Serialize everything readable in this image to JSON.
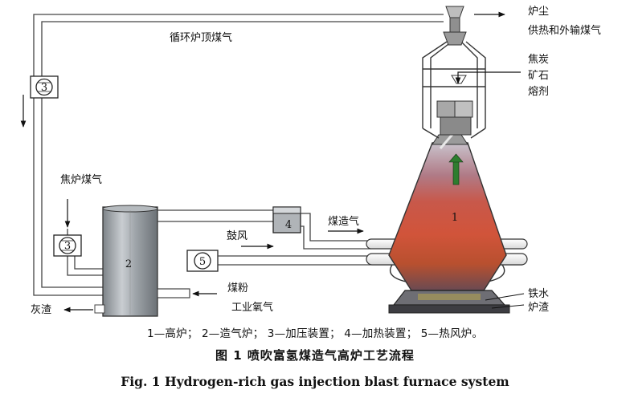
{
  "diagram": {
    "labels": {
      "circulating_top_gas": "循环炉顶煤气",
      "furnace_dust": "炉尘",
      "heat_supply_gas": "供热和外输煤气",
      "coke": "焦炭",
      "ore": "矿石",
      "flux": "熔剂",
      "coke_oven_gas": "焦炉煤气",
      "coal_gas": "煤造气",
      "blast": "鼓风",
      "pulverized_coal": "煤粉",
      "industrial_oxygen": "工业氧气",
      "ash_slag": "灰渣",
      "hot_metal": "铁水",
      "furnace_slag": "炉渣"
    },
    "numbers": {
      "blast_furnace": "1",
      "gasifier": "2",
      "compressor_top": "3",
      "compressor_bottom": "3",
      "heater": "4",
      "hot_stove": "5"
    }
  },
  "legend": "1—高炉；  2—造气炉；  3—加压装置；  4—加热装置；  5—热风炉。",
  "caption_cn": "图 1   喷吹富氢煤造气高炉工艺流程",
  "caption_en": "Fig. 1    Hydrogen-rich gas injection blast furnace system"
}
